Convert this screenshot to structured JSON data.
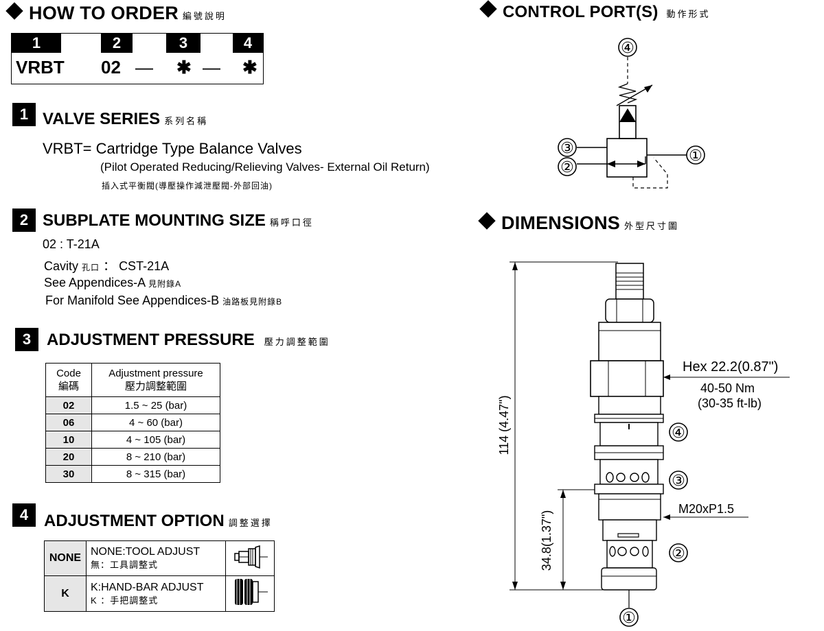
{
  "how_to_order": {
    "title": "HOW TO  ORDER",
    "title_cn": "編號說明",
    "positions": [
      "1",
      "2",
      "3",
      "4"
    ],
    "code_model": "VRBT",
    "code_size": "02",
    "code_dash": "—",
    "code_star": "✱"
  },
  "sections": {
    "s1": {
      "num": "1",
      "title": "VALVE SERIES",
      "title_cn": "系列名稱",
      "line1": "VRBT= Cartridge Type Balance Valves",
      "line2": "(Pilot Operated Reducing/Relieving Valves-   External Oil Return)",
      "line3": "插入式平衡閥(導壓操作減泄壓閥-外部回油)"
    },
    "s2": {
      "num": "2",
      "title": "SUBPLATE MOUNTING SIZE",
      "title_cn": "稱呼口徑",
      "size": "02 : T-21A",
      "cavity_label": "Cavity",
      "cavity_cn": "孔口",
      "cavity_value": "：  CST-21A",
      "appA": "See Appendices-A",
      "appA_cn": "見附錄A",
      "appB": "For Manifold See Appendices-B",
      "appB_cn": "油路板見附錄B"
    },
    "s3": {
      "num": "3",
      "title": "ADJUSTMENT PRESSURE",
      "title_cn": "壓力調整範圍",
      "head_code": "Code",
      "head_code_cn": "編碼",
      "head_range": "Adjustment pressure",
      "head_range_cn": "壓力調整範圍",
      "rows": [
        {
          "code": "02",
          "range": "1.5 ~ 25 (bar)"
        },
        {
          "code": "06",
          "range": "4 ~ 60 (bar)"
        },
        {
          "code": "10",
          "range": "4 ~ 105 (bar)"
        },
        {
          "code": "20",
          "range": "8 ~ 210 (bar)"
        },
        {
          "code": "30",
          "range": "8 ~ 315 (bar)"
        }
      ]
    },
    "s4": {
      "num": "4",
      "title": "ADJUSTMENT OPTION",
      "title_cn": "調整選擇",
      "options": [
        {
          "code": "NONE",
          "line1": "NONE:TOOL ADJUST",
          "line2": "無：工具調整式"
        },
        {
          "code": "K",
          "line1": "K:HAND-BAR ADJUST",
          "line2": "K ：手把調整式"
        }
      ]
    }
  },
  "control_port": {
    "title": "CONTROL PORT(S)",
    "title_cn": "動作形式",
    "ports": [
      "④",
      "③",
      "②",
      "①"
    ]
  },
  "dimensions": {
    "title": "DIMENSIONS",
    "title_cn": "外型尺寸圖",
    "overall": "114 (4.47\")",
    "lower": "34.8(1.37\")",
    "hex": "Hex 22.2(0.87\")",
    "torque1": "40-50 Nm",
    "torque2": "(30-35 ft-lb)",
    "thread": "M20xP1.5",
    "ports": [
      "④",
      "③",
      "②",
      "①"
    ]
  },
  "colors": {
    "black": "#000000",
    "label_gray": "#e6e6e6",
    "part_gray": "#d9d9d9"
  }
}
